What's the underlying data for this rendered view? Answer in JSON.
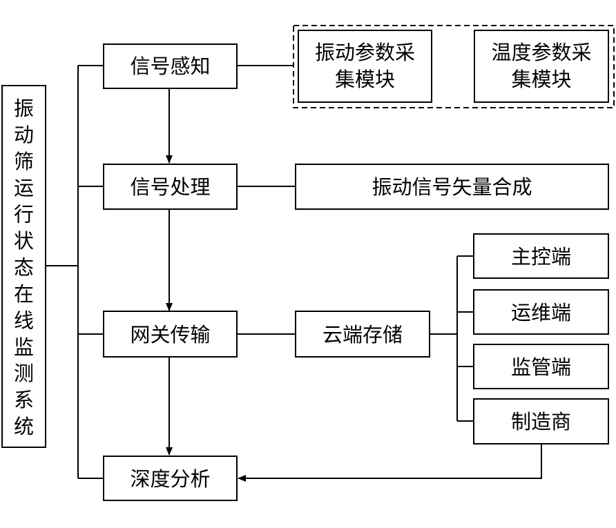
{
  "system": "振动筛运行状态在线监测系统",
  "stages": {
    "sensing": "信号感知",
    "processing": "信号处理",
    "gateway": "网关传输",
    "analysis": "深度分析"
  },
  "modules": {
    "vibration_line1": "振动参数采",
    "vibration_line2": "集模块",
    "temperature_line1": "温度参数采",
    "temperature_line2": "集模块"
  },
  "synthesis": "振动信号矢量合成",
  "cloud": "云端存储",
  "terminals": {
    "main_control": "主控端",
    "operation": "运维端",
    "supervision": "监管端",
    "manufacturer": "制造商"
  }
}
